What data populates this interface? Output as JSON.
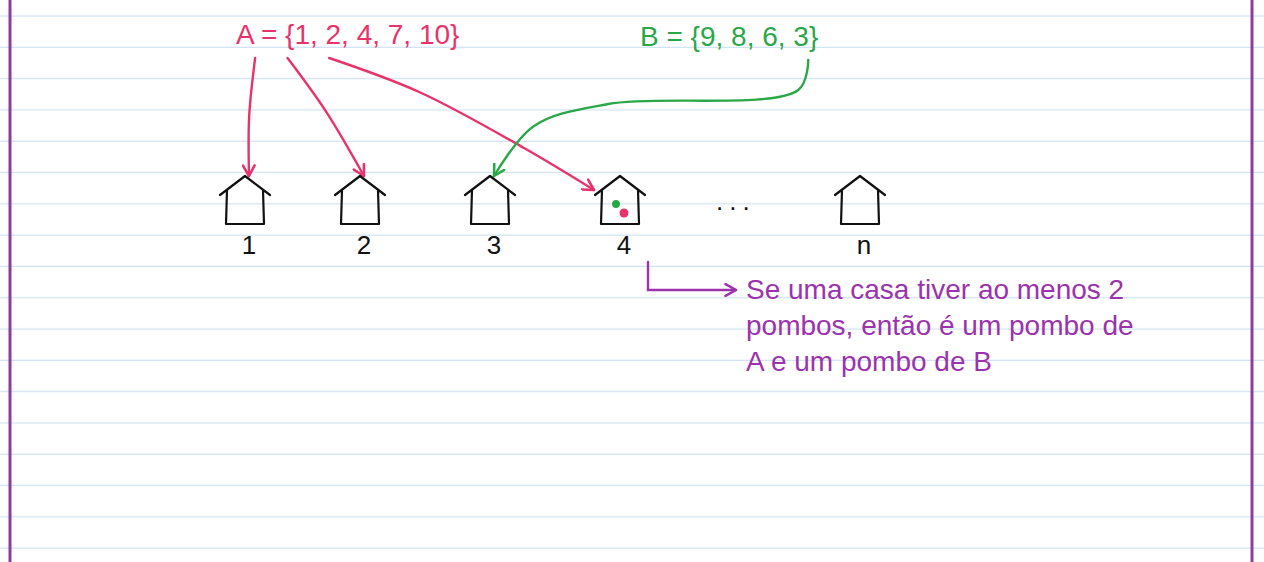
{
  "diagram": {
    "nodes": [
      {
        "text": [
          "A = {1, 2, 4, 7, 10}"
        ]
      },
      {
        "text": [
          "B = {9, 8, 6, 3}"
        ]
      },
      {
        "text": [
          "1"
        ]
      },
      {
        "text": [
          "2"
        ]
      },
      {
        "text": [
          "3"
        ]
      },
      {
        "text": [
          "4"
        ]
      },
      {
        "text": [
          "n"
        ]
      },
      {
        "text": [
          "Se uma casa tiver ao menos 2 pombos, então é um pombo de A e um pombo de B"
        ]
      }
    ],
    "edges": [
      {
        "from": 0,
        "to": 2,
        "arrow": "to"
      },
      {
        "from": 0,
        "to": 3,
        "arrow": "to"
      },
      {
        "from": 0,
        "to": 5,
        "arrow": "to"
      },
      {
        "from": 1,
        "to": 4,
        "arrow": "to"
      },
      {
        "from": 5,
        "to": 7,
        "arrow": "to"
      }
    ],
    "labels": [
      "..."
    ]
  }
}
